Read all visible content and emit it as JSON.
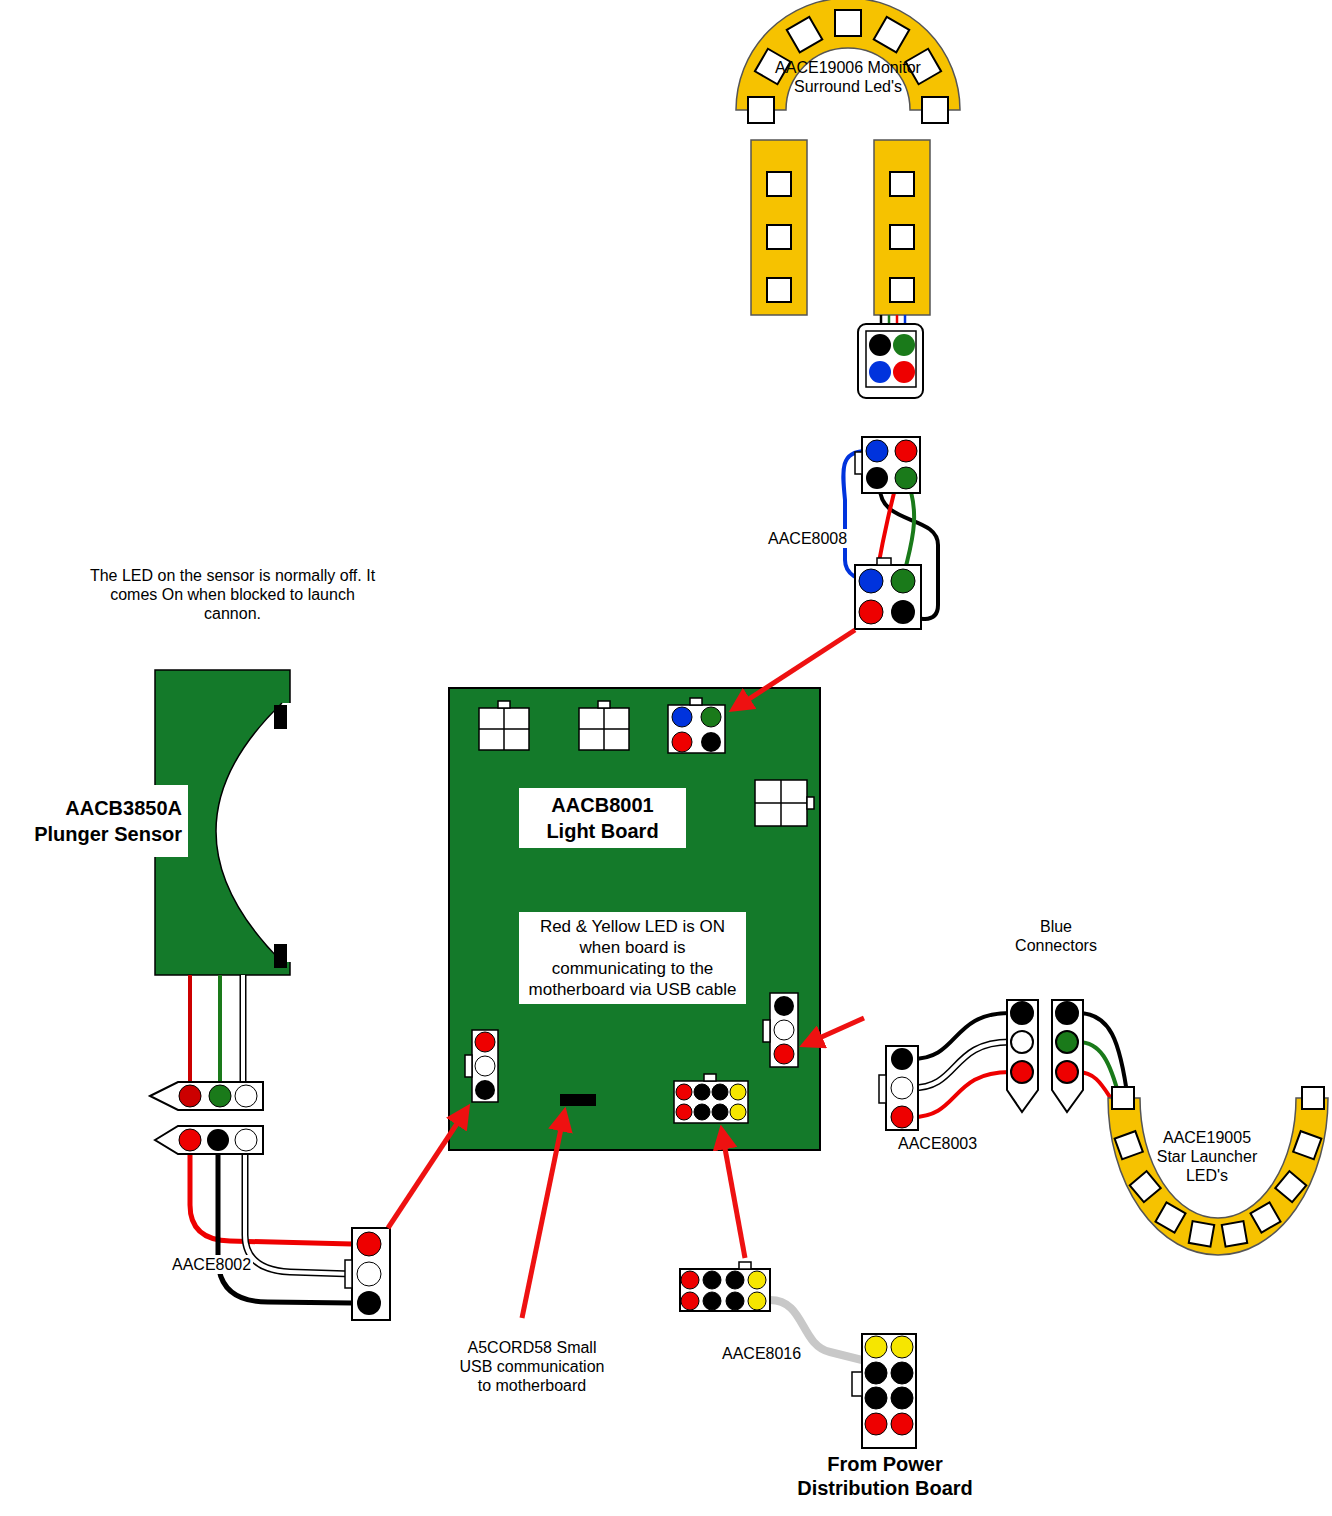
{
  "diagram": {
    "nodes": [
      {
        "text": [
          "AACB8001 Light Board",
          "Red & Yellow LED is ON when board is communicating to the motherboard via USB cable"
        ]
      },
      {
        "text": [
          "AACB3850A Plunger Sensor"
        ]
      },
      {
        "text": [
          "AACE19006 Monitor Surround Led's"
        ]
      },
      {
        "text": [
          "AACE19005 Star Launcher LED's"
        ]
      }
    ],
    "labels": [
      "The LED on the sensor is normally off. It comes On when blocked to launch cannon.",
      "AACE8008",
      "AACE8002",
      "AACE8003",
      "Blue Connectors",
      "A5CORD58 Small USB communication to motherboard",
      "AACE8016",
      "From Power Distribution Board"
    ]
  }
}
